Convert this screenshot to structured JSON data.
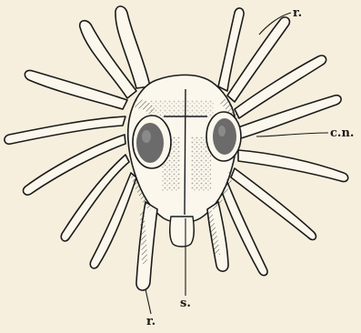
{
  "labels": {
    "r_top": "r.",
    "cn": "c.n.",
    "s": "s.",
    "r_bottom": "r."
  },
  "colors": {
    "ink": "#1b1b1b",
    "paper": "#f6efdd",
    "nerve": "#6b6b6b"
  }
}
